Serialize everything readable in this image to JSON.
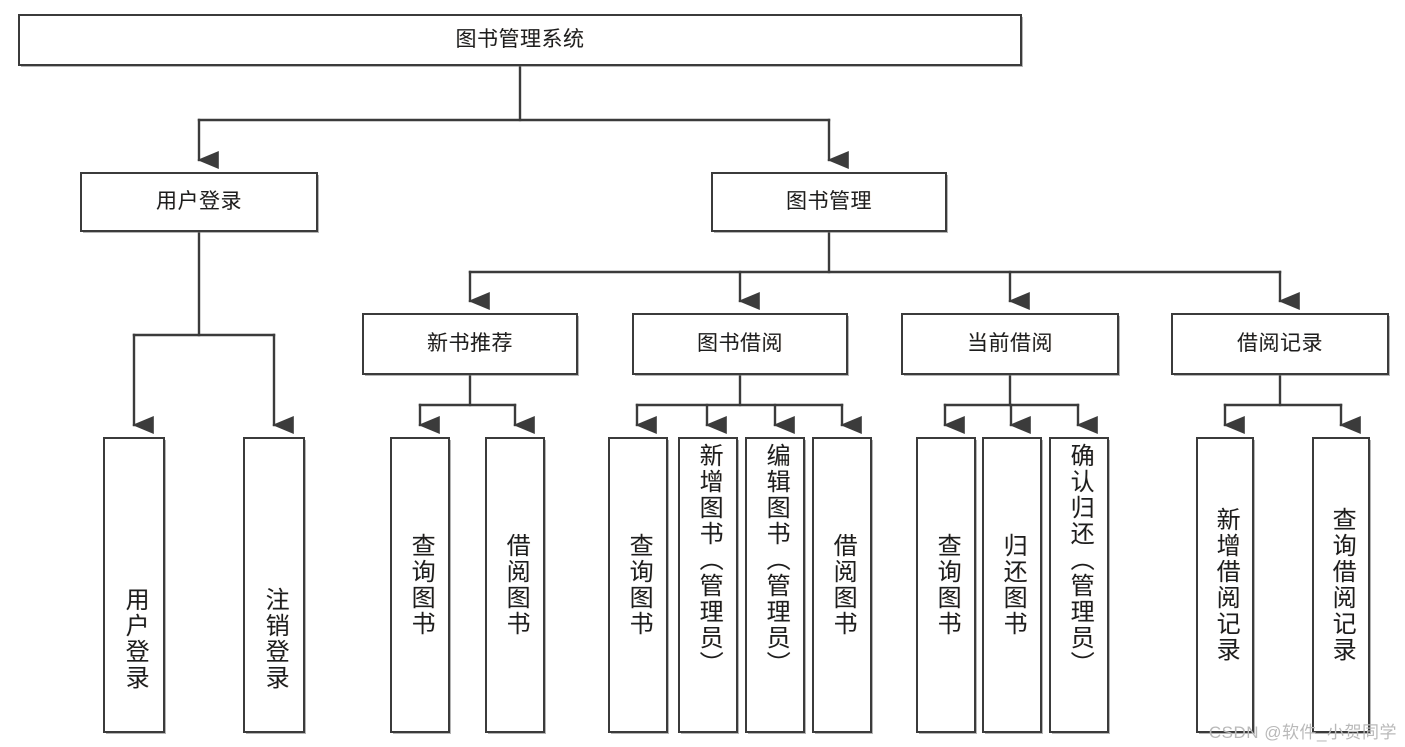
{
  "diagram": {
    "title": "图书管理系统",
    "type": "hierarchy-tree",
    "root": {
      "label": "图书管理系统"
    },
    "level2": [
      {
        "label": "用户登录"
      },
      {
        "label": "图书管理"
      }
    ],
    "level3": [
      {
        "label": "新书推荐"
      },
      {
        "label": "图书借阅"
      },
      {
        "label": "当前借阅"
      },
      {
        "label": "借阅记录"
      }
    ],
    "leaves": {
      "user_login": [
        {
          "label": "用户登录"
        },
        {
          "label": "注销登录"
        }
      ],
      "new_book_recommend": [
        {
          "label": "查询图书"
        },
        {
          "label": "借阅图书"
        }
      ],
      "book_borrow": [
        {
          "label": "查询图书"
        },
        {
          "label": "新增图书（管理员）"
        },
        {
          "label": "编辑图书（管理员）"
        },
        {
          "label": "借阅图书"
        }
      ],
      "current_borrow": [
        {
          "label": "查询图书"
        },
        {
          "label": "归还图书"
        },
        {
          "label": "确认归还（管理员）"
        }
      ],
      "borrow_records": [
        {
          "label": "新增借阅记录"
        },
        {
          "label": "查询借阅记录"
        }
      ]
    }
  },
  "watermark": {
    "text": "CSDN @软件_小贺同学"
  },
  "colors": {
    "border": "#3b3b3b",
    "background": "#ffffff",
    "text": "#1d1d1d",
    "watermark": "#b9b9b9"
  }
}
